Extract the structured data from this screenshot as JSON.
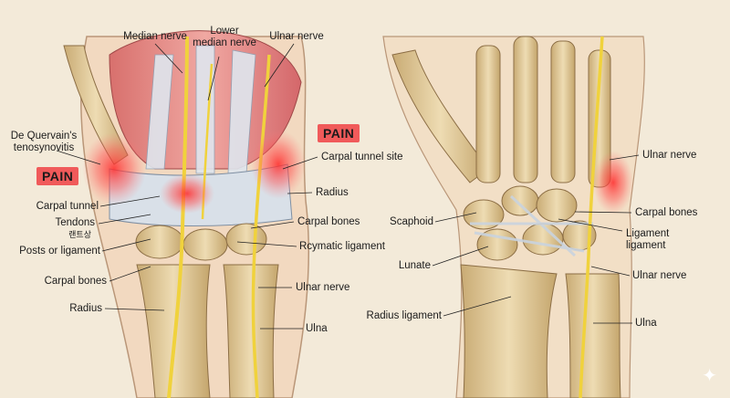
{
  "labels": {
    "median_nerve": "Median nerve",
    "lower_median_nerve_l1": "Lower",
    "lower_median_nerve_l2": "median nerve",
    "ulnar_nerve_top": "Ulnar nerve",
    "de_quervain_l1": "De Quervain's",
    "de_quervain_l2": "tenosynovitis",
    "pain_left": "PAIN",
    "pain_right": "PAIN",
    "carpal_tunnel_site": "Carpal tunnel site",
    "carpal_tunnel": "Carpal tunnel",
    "radius_right_of_left": "Radius",
    "tendons": "Tendons",
    "tendons_sub": "랜트상",
    "carpal_bones_left_mid": "Carpal bones",
    "posts_or_ligament": "Posts or ligament",
    "rcymatic_ligament": "Rcymatic ligament",
    "carpal_bones_left_low": "Carpal bones",
    "ulnar_nerve_left_low": "Ulnar nerve",
    "radius_left_low": "Radius",
    "ulna_left": "Ulna",
    "ulnar_nerve_right_top": "Ulnar nerve",
    "carpal_bones_right": "Carpal bones",
    "scaphoid": "Scaphoid",
    "ligament_l1": "Ligament",
    "ligament_l2": "ligament",
    "lunate": "Lunate",
    "ulnar_nerve_right_low": "Ulnar nerve",
    "radius_ligament": "Radius ligament",
    "ulna_right": "Ulna"
  },
  "colors": {
    "background": "#f3ead9",
    "pain_box": "#f05a5a",
    "nerve": "#f0d23c",
    "bone": "#e4cfa0",
    "muscle": "#e58a86",
    "tendon": "#c9d3de"
  },
  "icons": [
    "sparkle-icon"
  ]
}
